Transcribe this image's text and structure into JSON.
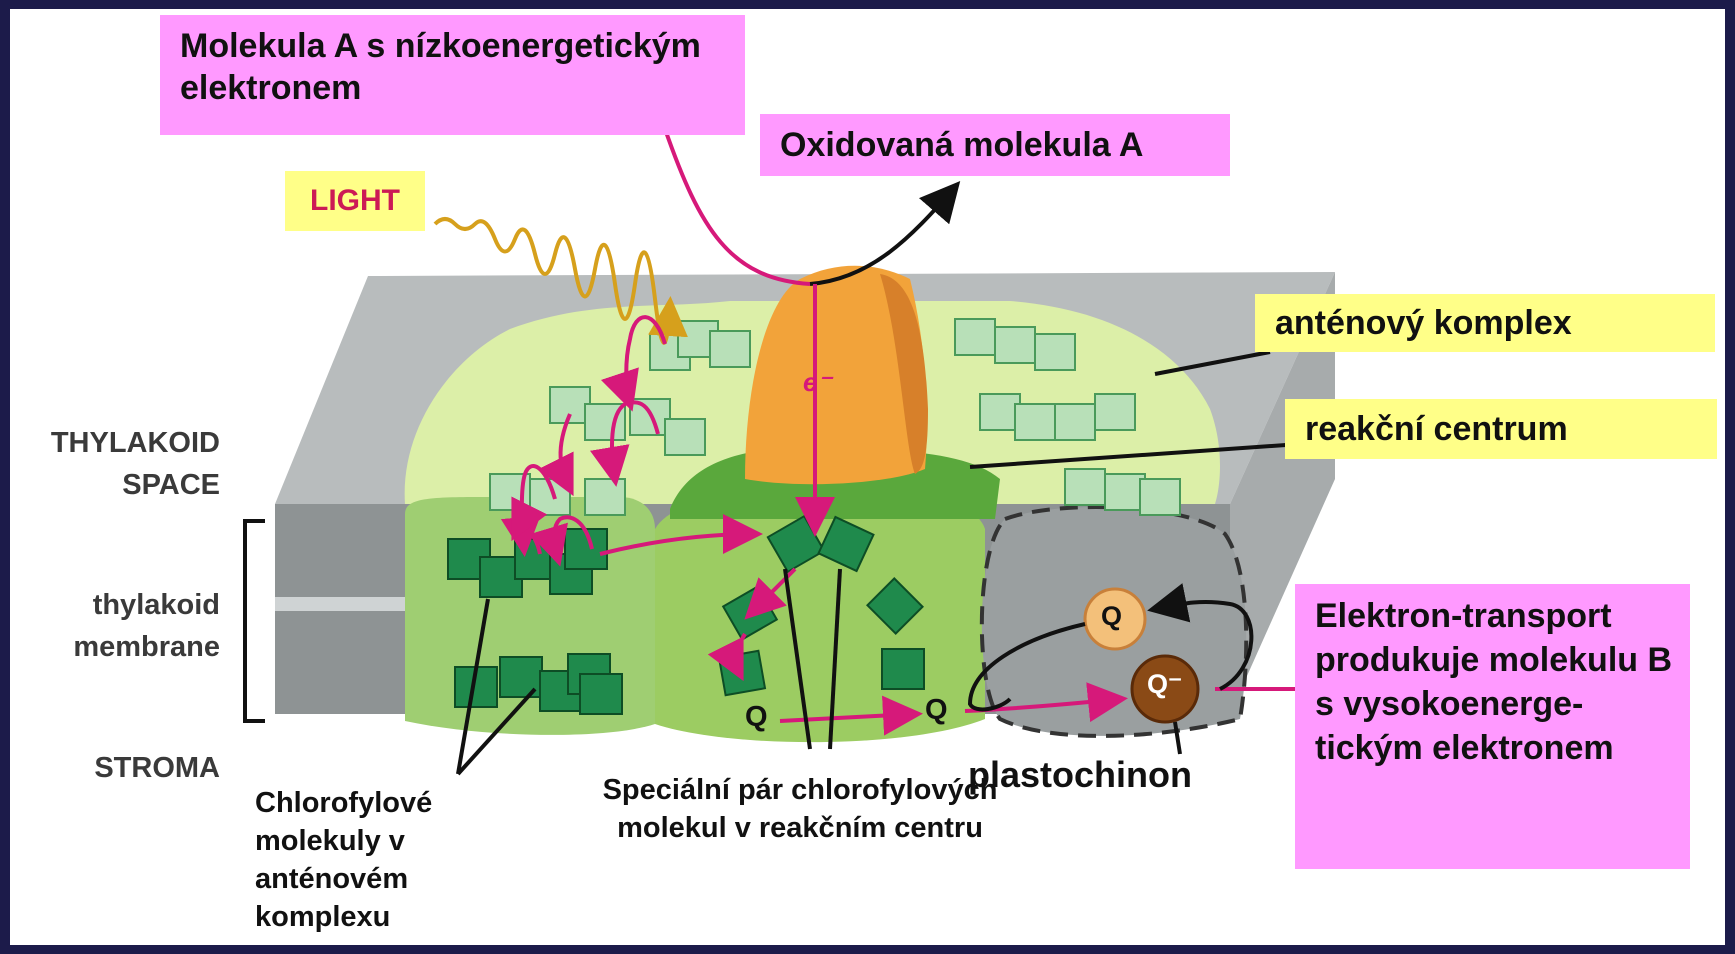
{
  "labels": {
    "molecule_a": "Molekula A s nízkoenergetickým elektronem",
    "oxidized_a": "Oxidovaná molekula A",
    "light": "LIGHT",
    "antenna": "anténový komplex",
    "reaction_center": "reakční centrum",
    "thylakoid_space": "THYLAKOID SPACE",
    "thylakoid_membrane": "thylakoid membrane",
    "stroma": "STROMA",
    "electron": "e⁻",
    "q": "Q",
    "q_minus": "Q⁻",
    "chlorophyll_caption": "Chlorofylové molekuly v anténovém komplexu",
    "special_pair_caption": "Speciální pár chlorofylových molekul v reakčním  centru",
    "plastoquinone": "plastochinon",
    "electron_transport": "Elektron-transport produkuje molekulu B s vysokoenerge- tickým elektronem"
  },
  "colors": {
    "pink_label": "#ff99ff",
    "yellow_label": "#ffff88",
    "magenta_arrow": "#d6197a",
    "orange_center": "#f2a33a",
    "dark_green": "#1f8a4c",
    "pale_green": "#dcefa8",
    "membrane_gray": "#8e9394",
    "slide_border": "#1c1b4a"
  }
}
